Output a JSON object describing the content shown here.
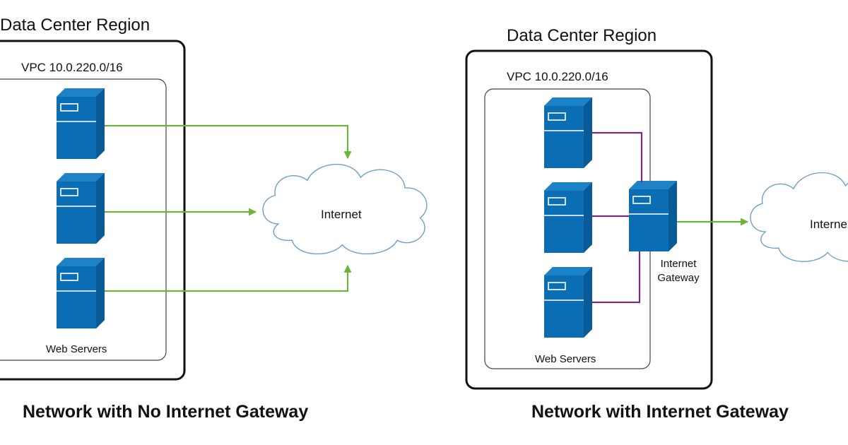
{
  "left": {
    "region_title": "Data Center Region",
    "vpc_label": "VPC 10.0.220.0/16",
    "group_label": "Web Servers",
    "cloud_label": "Internet",
    "caption": "Network with No Internet Gateway"
  },
  "right": {
    "region_title": "Data Center Region",
    "vpc_label": "VPC 10.0.220.0/16",
    "group_label": "Web Servers",
    "gateway_label_line1": "Internet",
    "gateway_label_line2": "Gateway",
    "cloud_label": "Interne",
    "caption": "Network with Internet Gateway"
  },
  "colors": {
    "server_front": "#0b6db3",
    "server_side": "#095b96",
    "server_top": "#1d82c6",
    "link_green": "#6bb33a",
    "link_purple": "#7a2a7e",
    "cloud_stroke": "#6d9ec7"
  },
  "icons": {
    "server": "server-icon",
    "cloud": "cloud-icon"
  }
}
